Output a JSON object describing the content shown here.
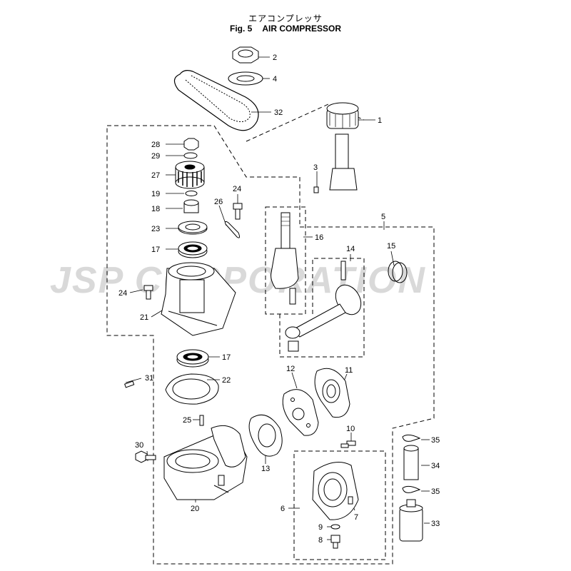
{
  "header": {
    "title_jp": "エアコンプレッサ",
    "fig_label": "Fig. 5",
    "title_en": "AIR COMPRESSOR"
  },
  "watermark": {
    "text": "JSP CORPORATION"
  },
  "callouts": {
    "c1": "1",
    "c2": "2",
    "c3": "3",
    "c4": "4",
    "c5": "5",
    "c6": "6",
    "c7": "7",
    "c8": "8",
    "c9": "9",
    "c10": "10",
    "c11": "11",
    "c12": "12",
    "c13": "13",
    "c14": "14",
    "c15": "15",
    "c16": "16",
    "c17a": "17",
    "c17b": "17",
    "c18": "18",
    "c19": "19",
    "c20": "20",
    "c21": "21",
    "c22": "22",
    "c23": "23",
    "c24a": "24",
    "c24b": "24",
    "c25": "25",
    "c26": "26",
    "c27": "27",
    "c28": "28",
    "c29": "29",
    "c30": "30",
    "c31": "31",
    "c32": "32",
    "c33": "33",
    "c34": "34",
    "c35a": "35",
    "c35b": "35"
  }
}
